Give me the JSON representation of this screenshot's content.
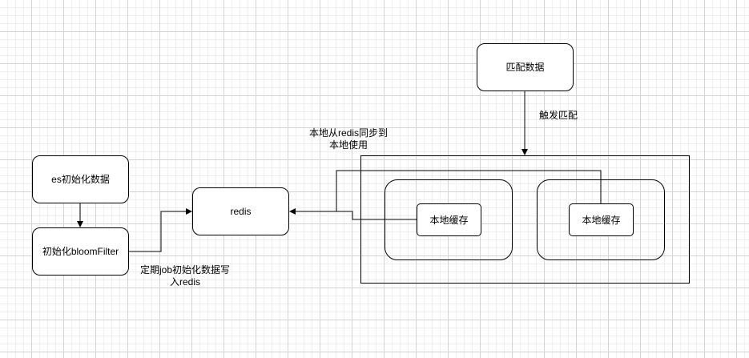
{
  "nodes": {
    "match_data": "匹配数据",
    "es_init": "es初始化数据",
    "bloom_init": "初始化bloomFilter",
    "redis": "redis",
    "local_cache_1": "本地缓存",
    "local_cache_2": "本地缓存"
  },
  "edge_labels": {
    "trigger_match": "触发匹配",
    "sync_line1": "本地从redis同步到",
    "sync_line2": "本地使用",
    "job_line1": "定期job初始化数据写",
    "job_line2": "入redis"
  }
}
